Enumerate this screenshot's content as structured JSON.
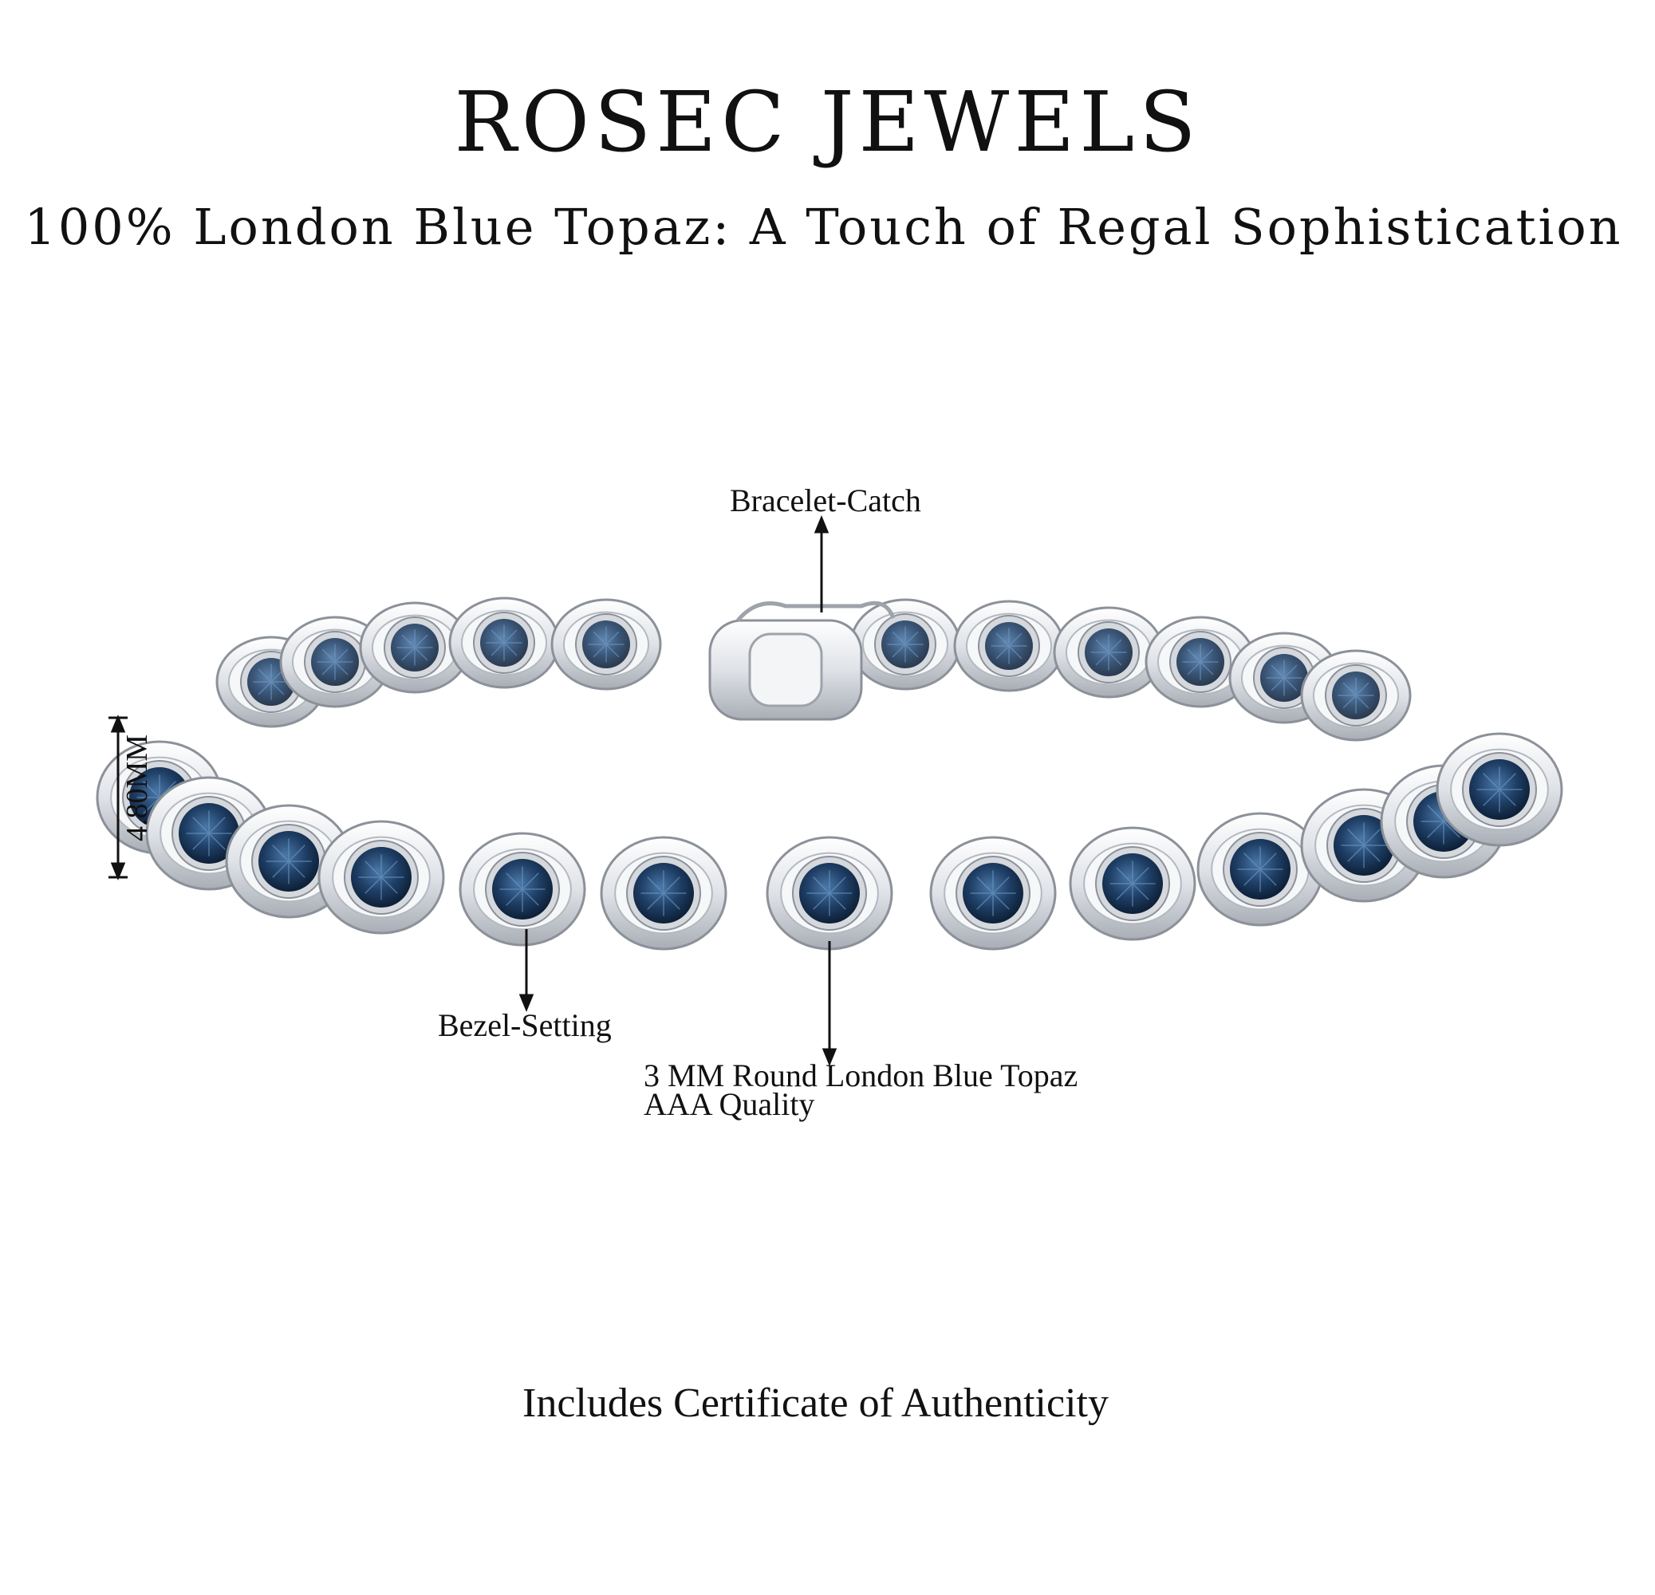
{
  "header": {
    "brand": "ROSEC JEWELS",
    "subtitle": "100% London Blue Topaz: A Touch of Regal Sophistication"
  },
  "callouts": {
    "catch": "Bracelet-Catch",
    "bezel": "Bezel-Setting",
    "stone_line1": "3 MM Round London Blue Topaz",
    "stone_line2": "AAA Quality",
    "width_dimension": "4.80MM"
  },
  "footer": {
    "certificate": "Includes Certificate of Authenticity"
  },
  "colors": {
    "metal": "#e6e8ec",
    "metal_shadow": "#9ea3ab",
    "gem": "#1f3f66",
    "gem_dark": "#0d1f36",
    "text": "#111111"
  }
}
